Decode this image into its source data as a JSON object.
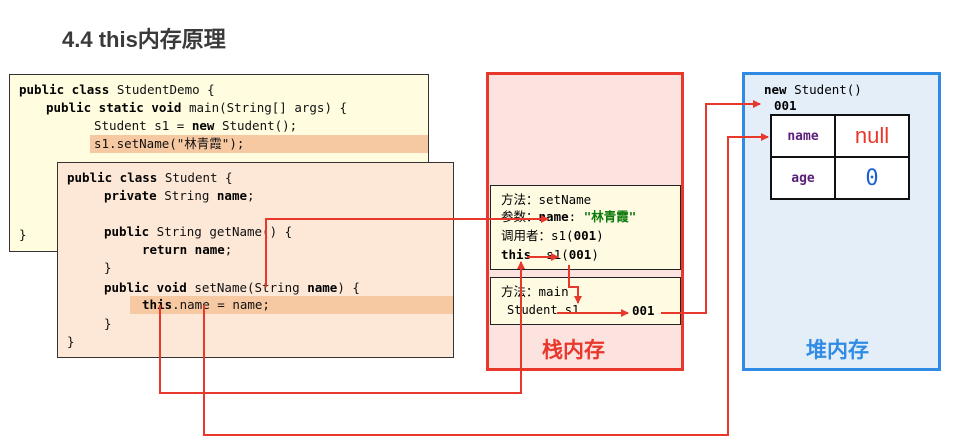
{
  "title": "4.4 this内存原理",
  "demo_code": {
    "l1_kw": "public class",
    "l1_rest": " StudentDemo {",
    "l2_kw": "public static void",
    "l2_rest": " main(String[] args) {",
    "l3_a": "Student s1 = ",
    "l3_kw": "new",
    "l3_b": " Student();",
    "l4": "s1.setName(\"林青霞\");",
    "l5": "}"
  },
  "student_code": {
    "l1_kw": "public class",
    "l1_rest": " Student {",
    "l2_kw": "private",
    "l2_rest": " String ",
    "l2_name": "name",
    "l3_kw": "public",
    "l3_rest": " String getName() {",
    "l4_kw": "return",
    "l4_name": " name",
    "l5": "}",
    "l6_kw": "public void",
    "l6_rest": " setName(String ",
    "l6_name": "name",
    "l6_end": ") {",
    "l7_kw": "this",
    "l7_rest": ".name = name;",
    "l8": "}",
    "l9": "}"
  },
  "stack": {
    "label": "栈内存",
    "frame_setname": {
      "method": "方法：setName",
      "param_label": "参数：",
      "param_name": "name",
      "param_value": "\"林青霞\"",
      "caller": "调用者：s1(",
      "caller_addr": "001",
      "this_kw": "this",
      "this_ref": "s1(",
      "this_addr": "001"
    },
    "frame_main": {
      "method": "方法：main",
      "var": "Student s1",
      "addr": "001"
    }
  },
  "heap": {
    "label": "堆内存",
    "new_kw": "new",
    "new_rest": " Student()",
    "addr": "001",
    "fields": [
      {
        "name": "name",
        "value": "null"
      },
      {
        "name": "age",
        "value": "0"
      }
    ]
  },
  "colors": {
    "stack_border": "#e8382b",
    "heap_border": "#2f8be3",
    "arrow": "#e8382b",
    "field_value_name": "#e8382b",
    "field_value_age": "#1f5fd1"
  }
}
